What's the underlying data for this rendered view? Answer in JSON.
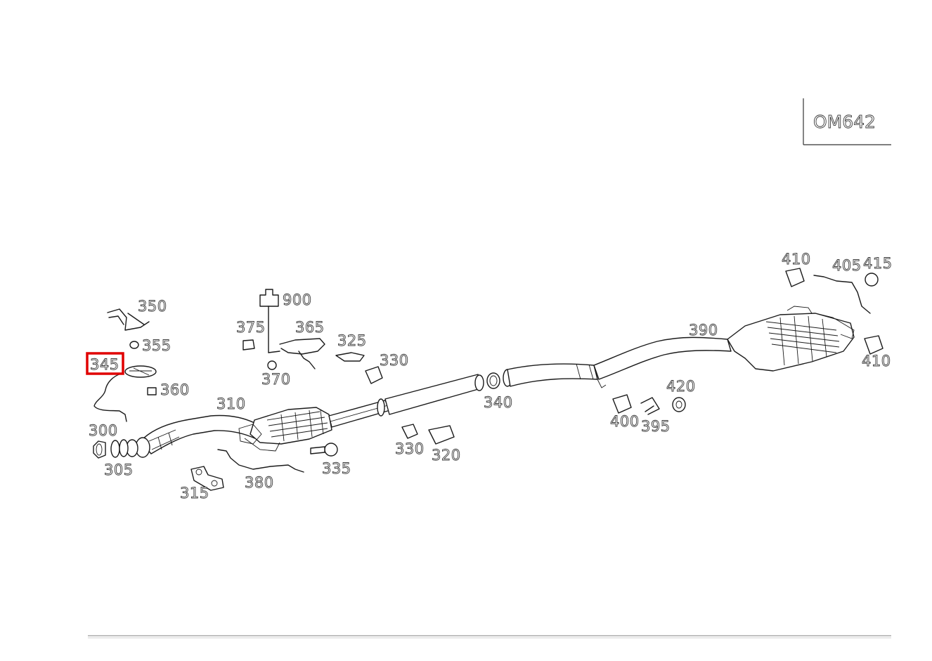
{
  "diagram": {
    "engine_code": "OM642",
    "highlighted_part": "345",
    "highlight_color": "#e00000",
    "parts": [
      {
        "id": "p345",
        "label": "345"
      },
      {
        "id": "p350",
        "label": "350"
      },
      {
        "id": "p355",
        "label": "355"
      },
      {
        "id": "p360",
        "label": "360"
      },
      {
        "id": "p300",
        "label": "300"
      },
      {
        "id": "p305",
        "label": "305"
      },
      {
        "id": "p310",
        "label": "310"
      },
      {
        "id": "p315",
        "label": "315"
      },
      {
        "id": "p380",
        "label": "380"
      },
      {
        "id": "p335",
        "label": "335"
      },
      {
        "id": "p375",
        "label": "375"
      },
      {
        "id": "p370",
        "label": "370"
      },
      {
        "id": "p900",
        "label": "900"
      },
      {
        "id": "p365",
        "label": "365"
      },
      {
        "id": "p325",
        "label": "325"
      },
      {
        "id": "p330a",
        "label": "330"
      },
      {
        "id": "p330b",
        "label": "330"
      },
      {
        "id": "p320",
        "label": "320"
      },
      {
        "id": "p340",
        "label": "340"
      },
      {
        "id": "p400",
        "label": "400"
      },
      {
        "id": "p395",
        "label": "395"
      },
      {
        "id": "p420",
        "label": "420"
      },
      {
        "id": "p390",
        "label": "390"
      },
      {
        "id": "p410a",
        "label": "410"
      },
      {
        "id": "p405",
        "label": "405"
      },
      {
        "id": "p415",
        "label": "415"
      },
      {
        "id": "p410b",
        "label": "410"
      }
    ]
  }
}
